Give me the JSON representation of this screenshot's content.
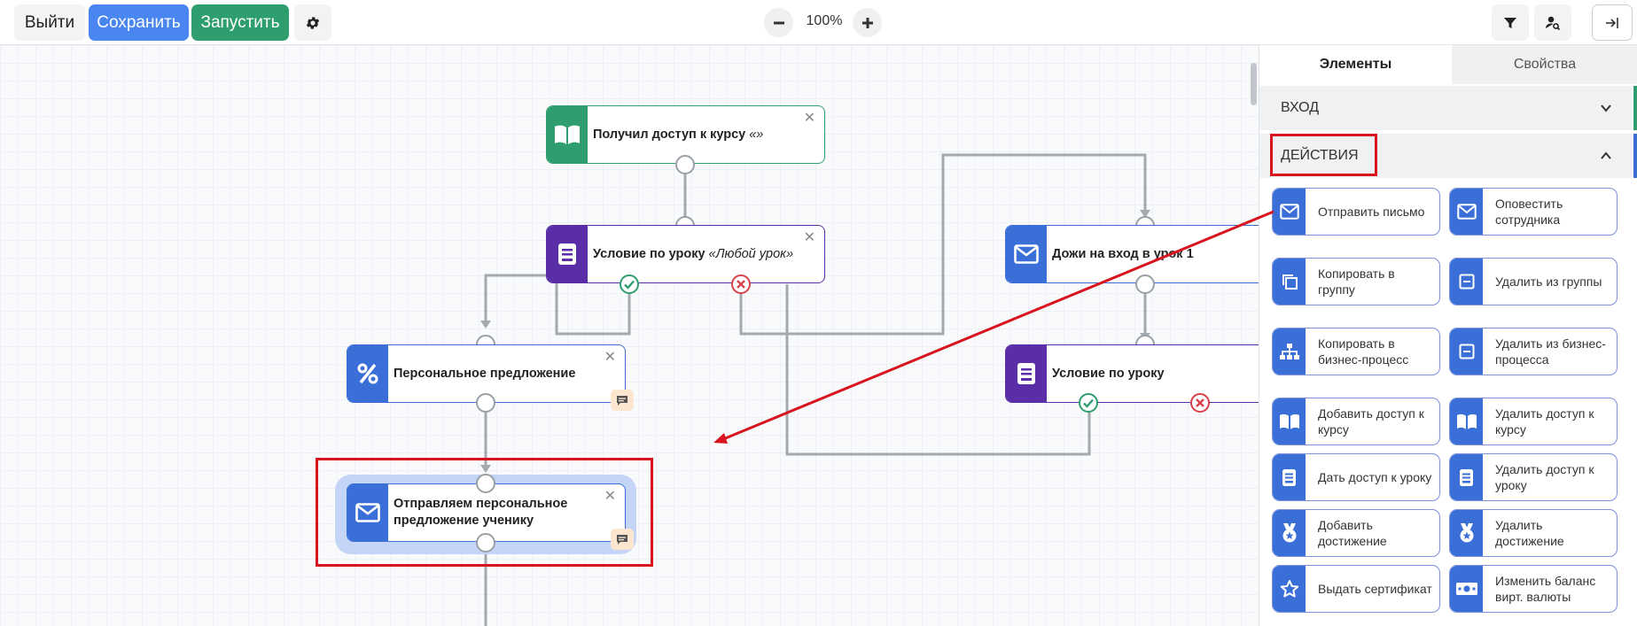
{
  "toolbar": {
    "exit_label": "Выйти",
    "save_label": "Сохранить",
    "run_label": "Запустить",
    "zoom": "100%"
  },
  "colors": {
    "primary_blue": "#4a86f0",
    "run_green": "#2f9e6e",
    "course_green": "#2f9e6e",
    "lesson_purple": "#5a2ea6",
    "action_blue": "#3a6fd8",
    "highlight_red": "#d8151e"
  },
  "nodes": {
    "access": {
      "title": "Получил доступ к курсу",
      "param": "«»",
      "icon": "book-open-icon"
    },
    "cond1": {
      "title": "Условие по уроку",
      "param": "«Любой урок»",
      "icon": "lesson-icon"
    },
    "offer": {
      "title": "Персональное предложение",
      "icon": "percent-icon"
    },
    "send": {
      "title": "Отправляем персональное предложение ученику",
      "icon": "envelope-icon"
    },
    "remind": {
      "title": "Дожи на вход в урок 1",
      "icon": "envelope-icon"
    },
    "cond2": {
      "title": "Условие по уроку",
      "icon": "lesson-icon"
    }
  },
  "panel": {
    "tabs": {
      "elements": "Элементы",
      "properties": "Свойства"
    },
    "sections": {
      "input": "ВХОД",
      "actions": "ДЕЙСТВИЯ"
    },
    "actions": [
      {
        "label": "Отправить письмо",
        "icon": "envelope-icon"
      },
      {
        "label": "Оповестить сотрудника",
        "icon": "envelope-icon"
      },
      {
        "label": "Копировать в группу",
        "icon": "copy-icon"
      },
      {
        "label": "Удалить из группы",
        "icon": "minus-box-icon"
      },
      {
        "label": "Копировать в бизнес-процесс",
        "icon": "sitemap-icon"
      },
      {
        "label": "Удалить из бизнес-процесса",
        "icon": "minus-box-icon"
      },
      {
        "label": "Добавить доступ к курсу",
        "icon": "book-open-icon"
      },
      {
        "label": "Удалить доступ к курсу",
        "icon": "book-open-icon"
      },
      {
        "label": "Дать доступ к уроку",
        "icon": "lesson-icon"
      },
      {
        "label": "Удалить доступ к уроку",
        "icon": "lesson-icon"
      },
      {
        "label": "Добавить достижение",
        "icon": "medal-icon"
      },
      {
        "label": "Удалить достижение",
        "icon": "medal-icon"
      },
      {
        "label": "Выдать сертификат",
        "icon": "star-icon"
      },
      {
        "label": "Изменить баланс вирт. валюты",
        "icon": "banknote-icon"
      }
    ]
  }
}
